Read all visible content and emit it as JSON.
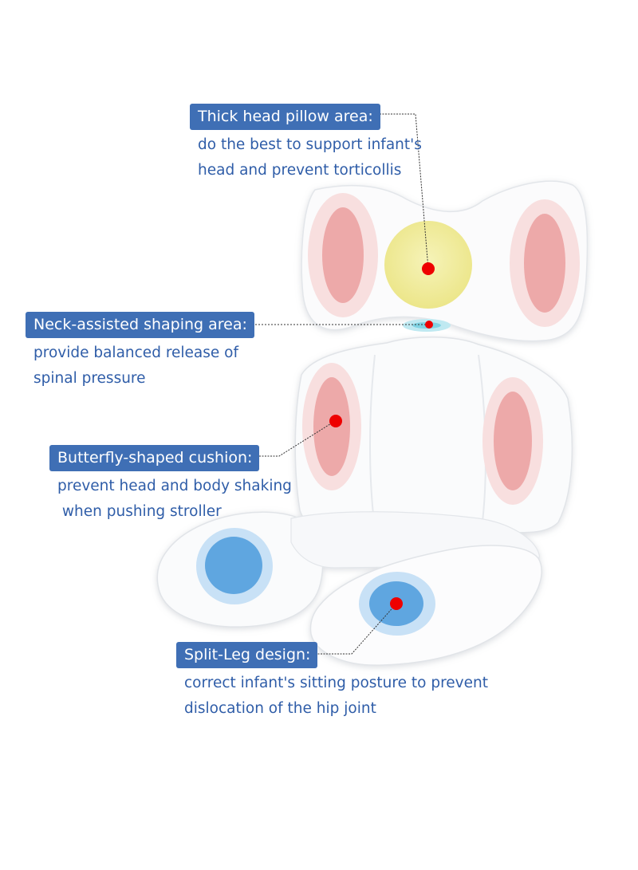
{
  "callouts": {
    "head": {
      "title": "Thick head pillow area:",
      "lines": [
        "do the best to support infant's",
        "head and prevent torticollis"
      ]
    },
    "neck": {
      "title": "Neck-assisted shaping area:",
      "lines": [
        "provide balanced release of",
        "spinal pressure"
      ]
    },
    "butterfly": {
      "title": "Butterfly-shaped cushion:",
      "lines": [
        "prevent head and body shaking",
        " when pushing stroller"
      ]
    },
    "leg": {
      "title": "Split-Leg design:",
      "lines": [
        "correct infant's sitting posture to prevent",
        "dislocation of the hip joint"
      ]
    }
  },
  "colors": {
    "label_bg": "#3f6fb5",
    "desc_text": "#2f5da8",
    "marker": "#ee0000",
    "pillow_yellow": "#f2eea0",
    "pad_pink": "#eda9a9",
    "pad_blue": "#5fa6e0",
    "neck_cyan": "#7fd3e3"
  }
}
